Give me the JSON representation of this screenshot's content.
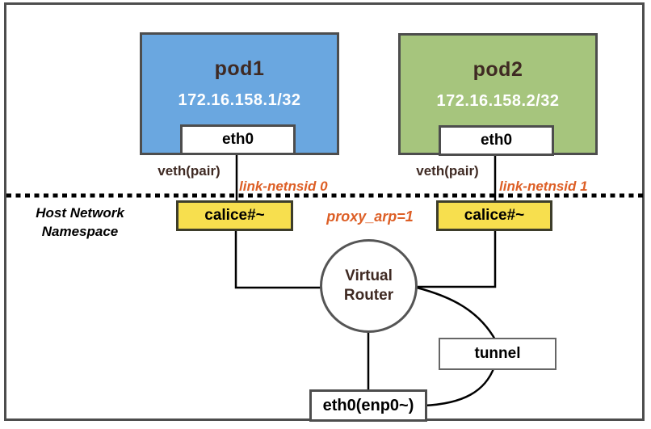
{
  "diagram": {
    "pod1": {
      "title": "pod1",
      "ip": "172.16.158.1/32",
      "iface": "eth0"
    },
    "pod2": {
      "title": "pod2",
      "ip": "172.16.158.2/32",
      "iface": "eth0"
    },
    "labels": {
      "veth_left": "veth(pair)",
      "veth_right": "veth(pair)",
      "netnsid_left": "link-netnsid 0",
      "netnsid_right": "link-netnsid 1",
      "host_ns_line1": "Host Network",
      "host_ns_line2": "Namespace",
      "proxy_arp": "proxy_arp=1"
    },
    "nodes": {
      "calico_left": "calice#~",
      "calico_right": "calice#~",
      "router_line1": "Virtual",
      "router_line2": "Router",
      "tunnel": "tunnel",
      "host_nic": "eth0(enp0~)"
    },
    "colors": {
      "pod1_fill": "#6aa7e0",
      "pod2_fill": "#a6c57d",
      "calico_fill": "#f7df4e",
      "accent_orange": "#dd5f26",
      "dark_brown_text": "#3f2a23",
      "border_gray": "#4d4d4d"
    }
  }
}
